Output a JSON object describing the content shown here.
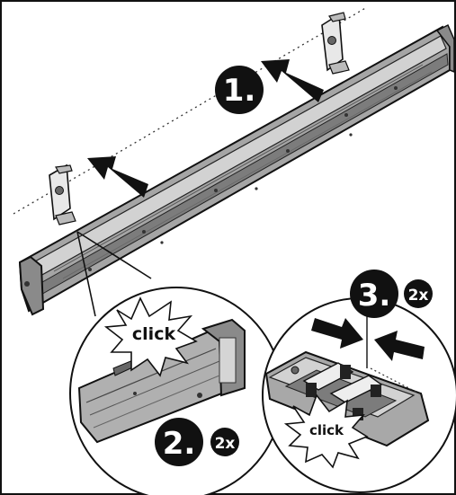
{
  "steps": {
    "step1": {
      "label": "1."
    },
    "step2": {
      "label": "2.",
      "repeat": "2x"
    },
    "step3": {
      "label": "3.",
      "repeat": "2x"
    }
  },
  "callouts": {
    "click_left": "click",
    "click_right": "click"
  },
  "colors": {
    "ink": "#111111",
    "paper": "#ffffff",
    "fixture_body": "#9a9a9a",
    "fixture_light": "#cfcfcf",
    "fixture_dark": "#5a5a5a",
    "badge": "#111111"
  }
}
